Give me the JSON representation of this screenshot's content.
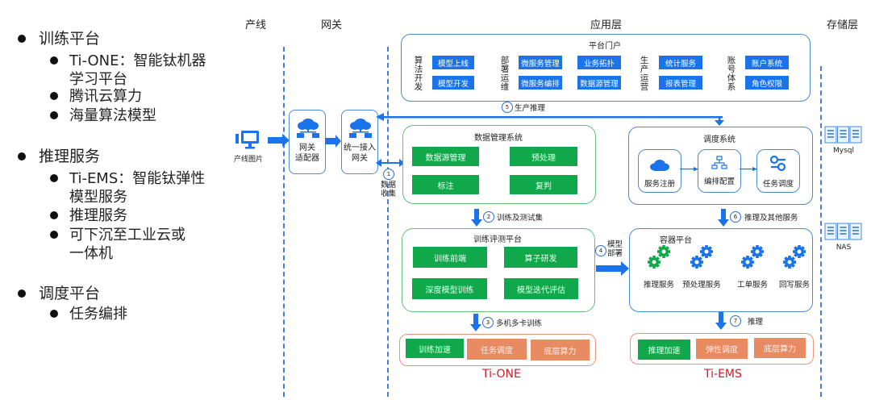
{
  "left_panel": {
    "sections": [
      {
        "label": "训练平台",
        "items": [
          "Ti-ONE：智能钛机器学习平台",
          "腾讯云算力",
          "海量算法模型"
        ]
      },
      {
        "label": "推理服务",
        "items": [
          "Ti-EMS：智能钛弹性模型服务",
          "推理服务",
          "可下沉至工业云或一体机"
        ]
      },
      {
        "label": "调度平台",
        "items": [
          "任务编排"
        ]
      }
    ],
    "lines": {
      "s0": "训练平台",
      "s0i0a": "Ti-ONE：智能钛机器",
      "s0i0b": "学习平台",
      "s0i1": "腾讯云算力",
      "s0i2": "海量算法模型",
      "s1": "推理服务",
      "s1i0a": "Ti-EMS：智能钛弹性",
      "s1i0b": "模型服务",
      "s1i1": "推理服务",
      "s1i2a": "可下沉至工业云或",
      "s1i2b": "一体机",
      "s2": "调度平台",
      "s2i0": "任务编排"
    }
  },
  "columns": {
    "production_line": "产线",
    "gateway": "网关",
    "application": "应用层",
    "storage": "存储层"
  },
  "production": {
    "label": "产线图片",
    "icon": "monitor-icon"
  },
  "gateway": {
    "adapter": {
      "line1": "网关",
      "line2": "适配器",
      "icon": "cloud-network-icon"
    },
    "unified": {
      "line1": "统一接入",
      "line2": "网关",
      "icon": "cloud-network-icon"
    }
  },
  "portal": {
    "title": "平台门户",
    "groups": [
      {
        "label": "算法开发",
        "buttons": [
          "模型上线",
          "模型开发"
        ]
      },
      {
        "label": "部署运维",
        "buttons": [
          "微服务管理",
          "微服务编排",
          "业务拓扑",
          "数据源管理"
        ]
      },
      {
        "label": "生产运营",
        "buttons": [
          "统计服务",
          "报表管理"
        ]
      },
      {
        "label": "账号体系",
        "buttons": [
          "账户系统",
          "角色权限"
        ]
      }
    ]
  },
  "steps": {
    "s1": {
      "num": "1",
      "label_a": "数据",
      "label_b": "收集"
    },
    "s2": {
      "num": "2",
      "label": "训练及测试集"
    },
    "s3": {
      "num": "3",
      "label": "多机多卡训练"
    },
    "s4": {
      "num": "4",
      "label_a": "模型",
      "label_b": "部署"
    },
    "s5": {
      "num": "5",
      "label": "生产推理"
    },
    "s6": {
      "num": "6",
      "label": "推理及其他服务"
    },
    "s7": {
      "num": "7",
      "label": "推理"
    }
  },
  "data_mgmt": {
    "title": "数据管理系统",
    "buttons": [
      "数据源管理",
      "预处理",
      "标注",
      "复判"
    ]
  },
  "scheduler": {
    "title": "调度系统",
    "items": [
      {
        "label": "服务注册",
        "icon": "cloud-icon"
      },
      {
        "label": "编排配置",
        "icon": "hierarchy-icon"
      },
      {
        "label": "任务调度",
        "icon": "settings-slider-icon"
      }
    ]
  },
  "train_eval": {
    "title": "训练评测平台",
    "buttons": [
      "训练前端",
      "算子研发",
      "深度模型训练",
      "模型迭代评估"
    ]
  },
  "container": {
    "title": "容器平台",
    "items": [
      "推理服务",
      "预处理服务",
      "工单服务",
      "回写服务"
    ],
    "colors": [
      "#10a84a",
      "#1a73e8",
      "#1a73e8",
      "#1a73e8"
    ]
  },
  "ti_one": {
    "name": "Ti-ONE",
    "buttons": [
      "训练加速",
      "任务调度",
      "底层算力"
    ]
  },
  "ti_ems": {
    "name": "Ti-EMS",
    "buttons": [
      "推理加速",
      "弹性调度",
      "底层算力"
    ]
  },
  "storage": {
    "items": [
      "Mysql",
      "NAS"
    ]
  },
  "colors": {
    "blue": "#1a73e8",
    "green": "#10a84a",
    "orange": "#e88a62",
    "red": "#c8202a",
    "border_blue": "#4a8ad8",
    "border_green": "#5fc07a"
  }
}
